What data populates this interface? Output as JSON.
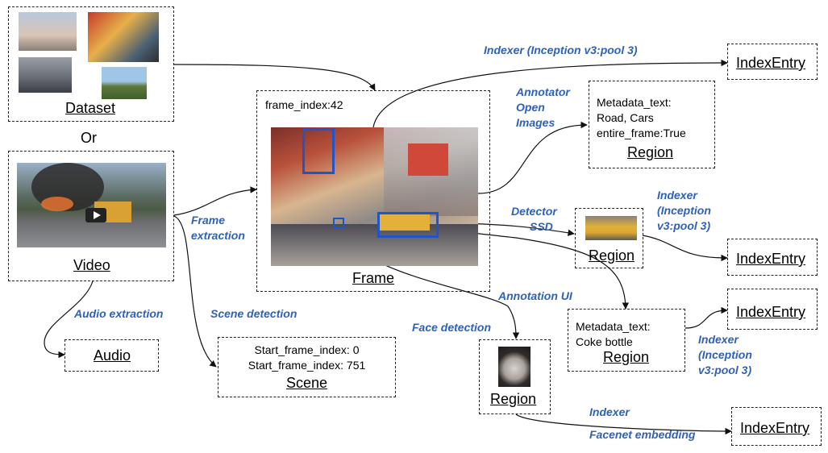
{
  "nodes": {
    "dataset": "Dataset",
    "or": "Or",
    "video": "Video",
    "audio": "Audio",
    "frame": "Frame",
    "frame_index": "frame_index:42",
    "scene": "Scene",
    "scene_lines": [
      "Start_frame_index: 0",
      "Start_frame_index: 751"
    ],
    "region_open_images": "Region",
    "open_images_metadata": [
      "Metadata_text:",
      "Road, Cars",
      "entire_frame:True"
    ],
    "region_taxi": "Region",
    "region_coke": "Region",
    "coke_metadata": [
      "Metadata_text:",
      "Coke bottle"
    ],
    "region_face": "Region",
    "index_entry_1": "IndexEntry",
    "index_entry_2": "IndexEntry",
    "index_entry_3": "IndexEntry",
    "index_entry_4": "IndexEntry"
  },
  "edges": {
    "indexer_top": "Indexer (Inception v3:pool 3)",
    "annotator": [
      "Annotator",
      "Open",
      "Images"
    ],
    "detector": [
      "Detector",
      "SSD"
    ],
    "indexer_taxi": [
      "Indexer",
      "(Inception",
      "v3:pool 3)"
    ],
    "annotation_ui": "Annotation UI",
    "indexer_coke": [
      "Indexer",
      "(Inception",
      "v3:pool 3)"
    ],
    "frame_extraction": [
      "Frame",
      "extraction"
    ],
    "audio_extraction": "Audio extraction",
    "scene_detection": "Scene detection",
    "face_detection": "Face detection",
    "indexer_face": "Indexer",
    "facenet": "Facenet embedding"
  },
  "colors": {
    "edge_label": "#2f61b8",
    "detection_box": "#1f55c8"
  }
}
